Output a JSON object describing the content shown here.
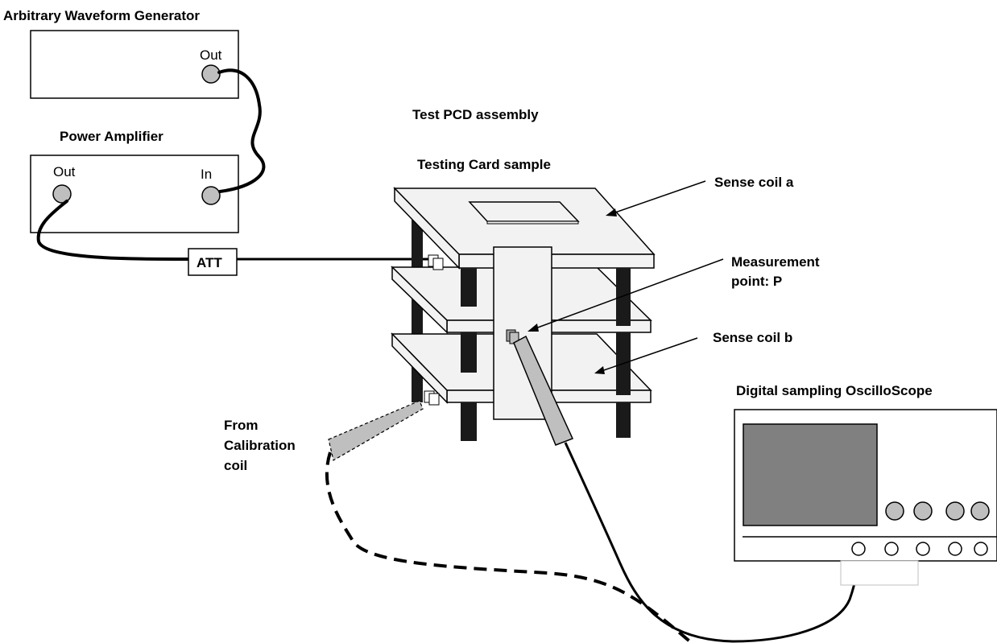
{
  "labels": {
    "awg_title": "Arbitrary Waveform Generator",
    "awg_out": "Out",
    "pa_title": "Power Amplifier",
    "pa_out": "Out",
    "pa_in": "In",
    "att": "ATT",
    "pcd_title": "Test PCD assembly",
    "card_sample": "Testing Card sample",
    "sense_a": "Sense coil a",
    "meas_1": "Measurement",
    "meas_2": "point: P",
    "sense_b": "Sense coil b",
    "scope_title": "Digital sampling OscilloScope",
    "calib_1": "From",
    "calib_2": "Calibration",
    "calib_3": "coil"
  },
  "colors": {
    "stroke": "#000000",
    "jack_fill": "#bfbfbf",
    "plate_fill": "#f2f2f2",
    "probe_fill": "#bfbfbf",
    "screen_fill": "#808080",
    "post_fill": "#1a1a1a"
  }
}
